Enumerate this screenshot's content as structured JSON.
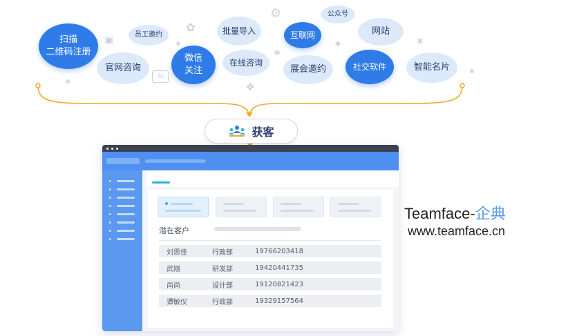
{
  "bubbles": {
    "scan": "扫描\n二维码注册",
    "employee_invite": "员工邀约",
    "official_consult": "官网咨询",
    "wechat": "微信\n关注",
    "batch_import": "批量导入",
    "online_consult": "在线咨询",
    "internet": "互联网",
    "public_account": "公众号",
    "expo_invite": "展会邀约",
    "website": "网站",
    "social_software": "社交软件",
    "smart_card": "智能名片"
  },
  "funnel": {
    "label": "获客"
  },
  "app": {
    "section_title": "潜在客户",
    "rows": [
      {
        "name": "刘思佳",
        "dept": "行政部",
        "phone": "19766203418"
      },
      {
        "name": "武刚",
        "dept": "研发部",
        "phone": "19420441735"
      },
      {
        "name": "尚尚",
        "dept": "设计部",
        "phone": "19120821423"
      },
      {
        "name": "谭敏仪",
        "dept": "行政部",
        "phone": "19329157564"
      }
    ]
  },
  "brand": {
    "name": "Teamface-",
    "name_accent": "企典",
    "url": "www.teamface.cn"
  },
  "colors": {
    "primary_blue": "#2f7be8",
    "light_blue": "#dbe9fb",
    "funnel_orange": "#f5a623",
    "window_blue": "#4e8ff0",
    "accent_text": "#5b9be8"
  },
  "icons": [
    "chat-icon",
    "apple-icon",
    "paw-icon",
    "star-icon",
    "share-icon",
    "gear-icon",
    "pin-icon",
    "ai-icon",
    "team-icon"
  ]
}
